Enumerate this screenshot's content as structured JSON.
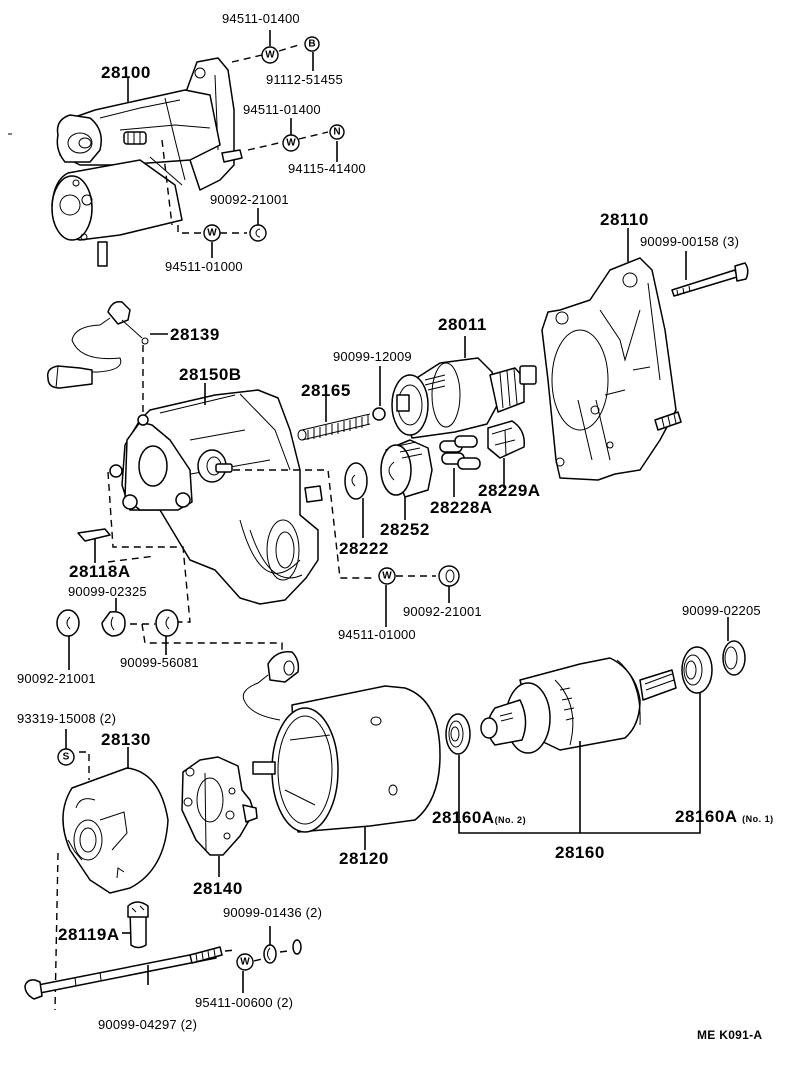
{
  "diagram": {
    "reference_code": "ME K091-A",
    "symbols": {
      "washer": "W",
      "bolt": "B",
      "nut": "N",
      "screw": "S"
    },
    "parts": {
      "p28100": "28100",
      "p94511_01400_a": "94511-01400",
      "p91112_51455": "91112-51455",
      "p94511_01400_b": "94511-01400",
      "p94115_41400": "94115-41400",
      "p90092_21001_top": "90092-21001",
      "p94511_01000_top": "94511-01000",
      "p28110": "28110",
      "p90099_00158": "90099-00158",
      "p90099_00158_qty": "(3)",
      "p28139": "28139",
      "p28011": "28011",
      "p90099_12009": "90099-12009",
      "p28150B": "28150B",
      "p28165": "28165",
      "p28229A": "28229A",
      "p28228A": "28228A",
      "p28252": "28252",
      "p28222": "28222",
      "p28118A": "28118A",
      "p90099_02325": "90099-02325",
      "p94511_01000_mid": "94511-01000",
      "p90092_21001_mid": "90092-21001",
      "p90092_21001_left": "90092-21001",
      "p90099_56081": "90099-56081",
      "p90099_02205": "90099-02205",
      "p93319_15008": "93319-15008",
      "p93319_15008_qty": "(2)",
      "p28130": "28130",
      "p28160A_no2": "28160A",
      "p28160A_no2_note": "(No. 2)",
      "p28160A_no1": "28160A",
      "p28160A_no1_note": "(No. 1)",
      "p28160": "28160",
      "p28120": "28120",
      "p28140": "28140",
      "p28119A": "28119A",
      "p90099_01436": "90099-01436",
      "p90099_01436_qty": "(2)",
      "p95411_00600": "95411-00600",
      "p95411_00600_qty": "(2)",
      "p90099_04297": "90099-04297",
      "p90099_04297_qty": "(2)"
    }
  }
}
